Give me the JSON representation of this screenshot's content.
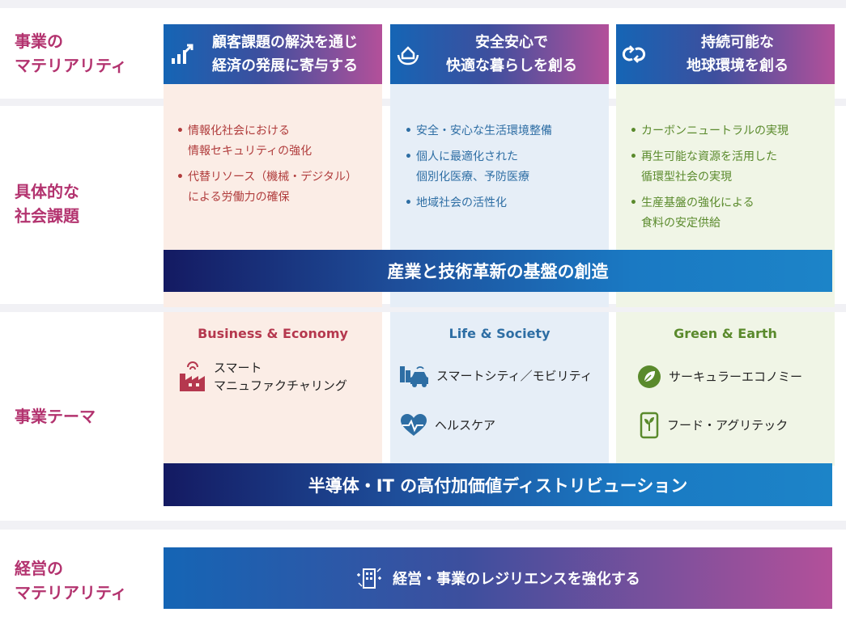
{
  "rows": {
    "materiality": "事業の\nマテリアリティ",
    "issues": "具体的な\n社会課題",
    "themes": "事業テーマ",
    "management": "経営の\nマテリアリティ"
  },
  "headers": [
    {
      "text": "顧客課題の解決を通じ\n経済の発展に寄与する",
      "icon": "bar-chart-arrow-icon"
    },
    {
      "text": "安全安心で\n快適な暮らしを創る",
      "icon": "house-hands-icon"
    },
    {
      "text": "持続可能な\n地球環境を創る",
      "icon": "recycle-arrows-icon"
    }
  ],
  "issues": [
    [
      "情報化社会における\n情報セキュリティの強化",
      "代替リソース（機械・デジタル）\nによる労働力の確保"
    ],
    [
      "安全・安心な生活環境整備",
      "個人に最適化された\n個別化医療、予防医療",
      "地域社会の活性化"
    ],
    [
      "カーボンニュートラルの実現",
      "再生可能な資源を活用した\n循環型社会の実現",
      "生産基盤の強化による\n食料の安定供給"
    ]
  ],
  "bars": {
    "industry": "産業と技術革新の基盤の創造",
    "semiconductor": "半導体・IT の高付加価値ディストリビューション"
  },
  "theme_titles": [
    "Business & Economy",
    "Life & Society",
    "Green & Earth"
  ],
  "themes": {
    "smart_manufacturing": "スマート\nマニュファクチャリング",
    "smart_city": "スマートシティ／モビリティ",
    "healthcare": "ヘルスケア",
    "circular": "サーキュラーエコノミー",
    "food": "フード・アグリテック"
  },
  "management": {
    "text": "経営・事業のレジリエンスを強化する",
    "icon": "building-resilience-icon"
  },
  "colors": {
    "label": "#b3336f",
    "business": "#b5384e",
    "life": "#2e6ea4",
    "green": "#5a8a2c"
  }
}
